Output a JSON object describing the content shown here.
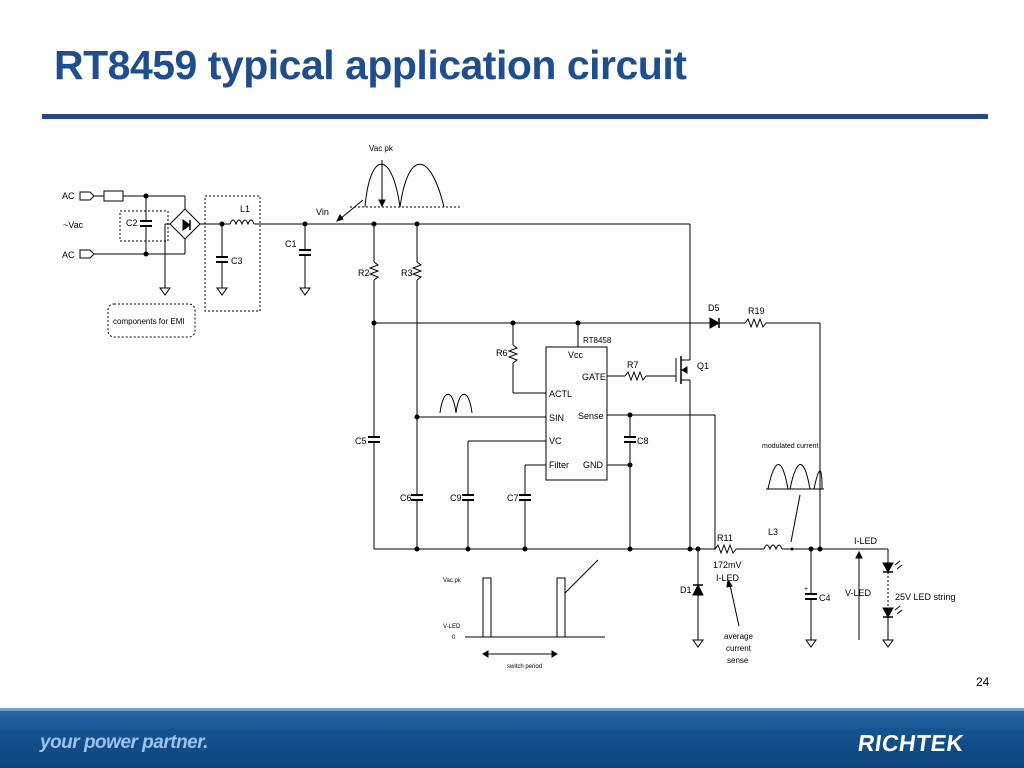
{
  "slide": {
    "title": "RT8459 typical application circuit",
    "page_number": "24"
  },
  "footer": {
    "tagline": "your power partner.",
    "logo": "RICHTEK"
  },
  "circuit": {
    "labels": {
      "ac_top": "AC",
      "vac_in": "~Vac",
      "ac_bottom": "AC",
      "c2": "C2",
      "c3": "C3",
      "l1": "L1",
      "vin": "Vin",
      "c1": "C1",
      "vac_pk": "Vac pk",
      "emi": "components for EMI",
      "r2": "R2",
      "r3": "R3",
      "d5": "D5",
      "r19": "R19",
      "rt8458": "RT8458",
      "vcc": "Vcc",
      "gate": "GATE",
      "r6": "R6",
      "r7": "R7",
      "q1": "Q1",
      "actl": "ACTL",
      "sin": "SIN",
      "sense": "Sense",
      "vc": "VC",
      "filter": "Filter",
      "gnd": "GND",
      "c5": "C5",
      "c8": "C8",
      "c6": "C6",
      "c9": "C9",
      "c7": "C7",
      "modulated_current": "modulated current",
      "r11": "R11",
      "l3": "L3",
      "i_led": "I-LED",
      "mv172": "172mV",
      "i_led_sense": "I-LED",
      "d1": "D1",
      "c4": "C4",
      "v_led": "V-LED",
      "led_string": "25V LED string",
      "avg1": "average",
      "avg2": "current",
      "avg3": "sense",
      "wf_vacpk": "Vac pk",
      "wf_vled": "V-LED",
      "wf_zero": "0",
      "switch_period": "switch period"
    }
  }
}
